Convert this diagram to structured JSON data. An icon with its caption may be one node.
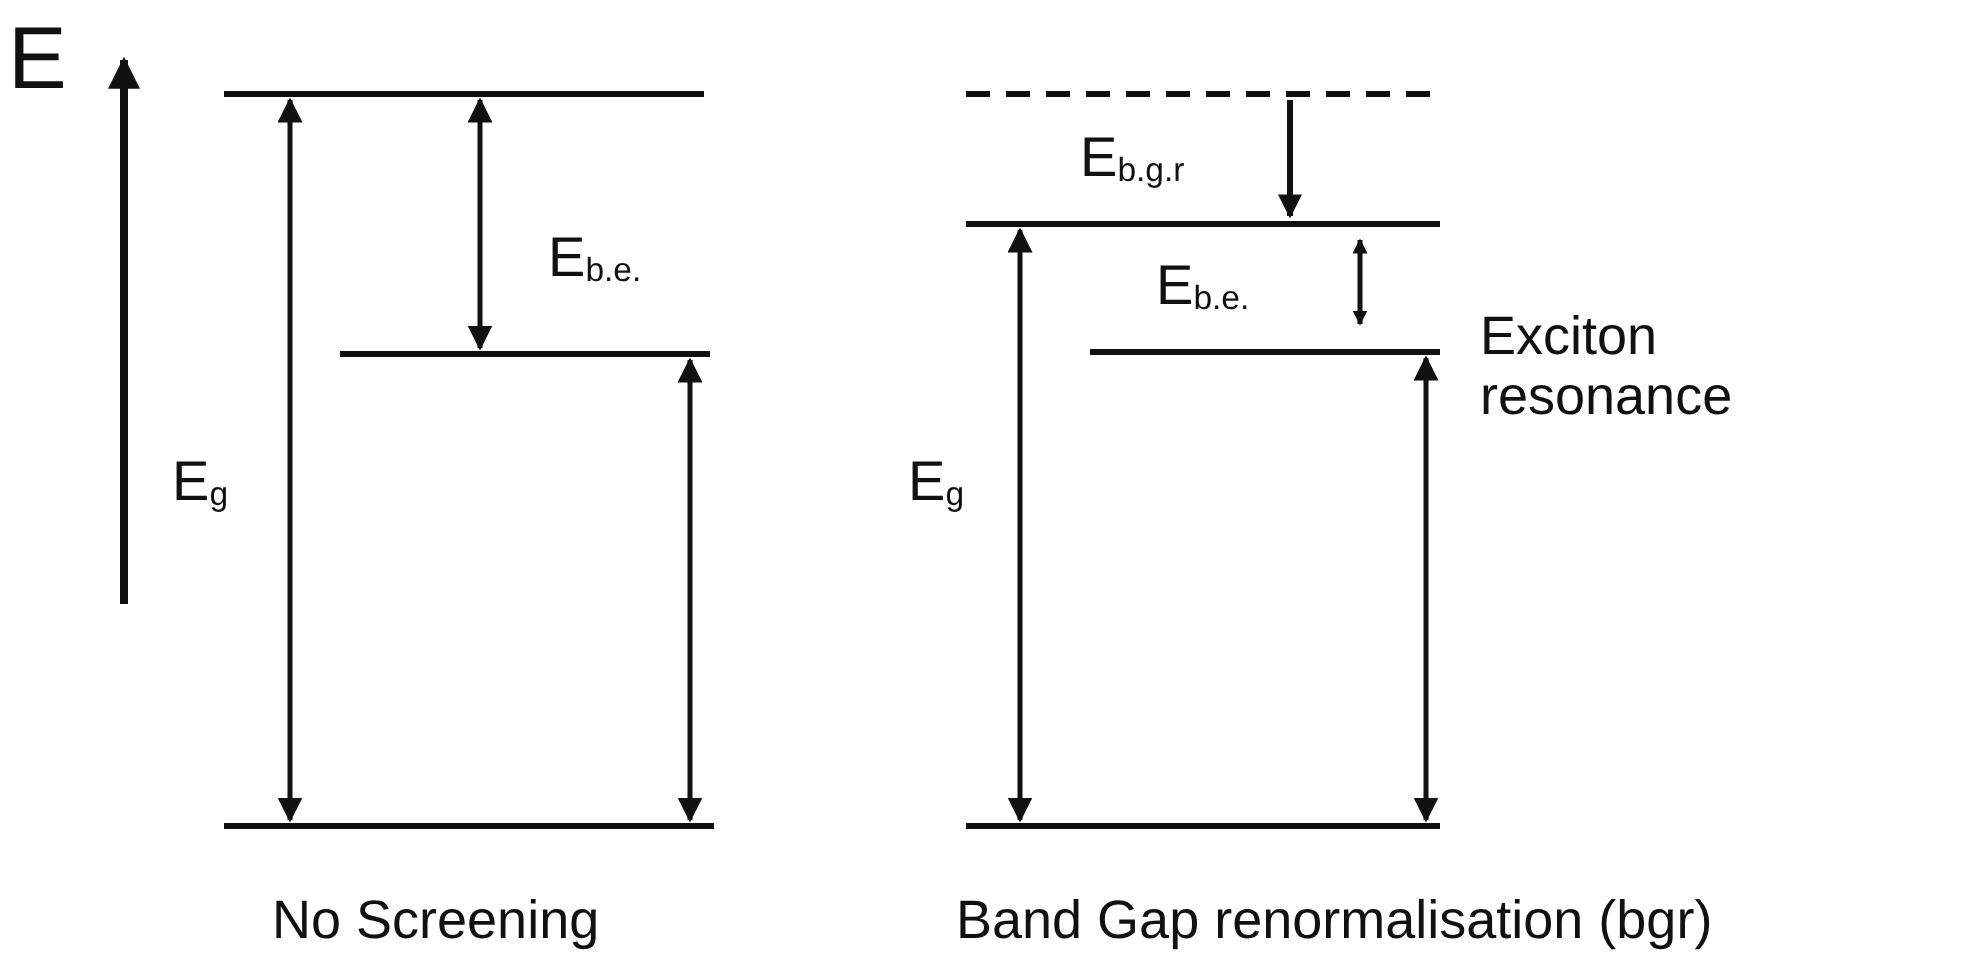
{
  "diagram": {
    "labels": [
      "E",
      "E$_{b.e.}$",
      "E$_{g}$",
      "No Screening",
      "E$_{b.g.r}$",
      "E$_{b.e.}$",
      "Exciton resonance",
      "E$_{g}$",
      "Band Gap renormalisation (bgr)"
    ]
  }
}
